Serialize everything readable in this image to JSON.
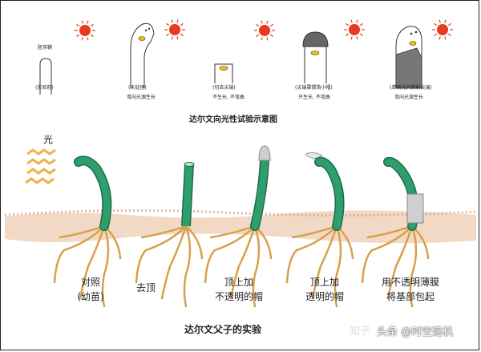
{
  "top": {
    "sample_labels": [
      {
        "name": "(实验前)",
        "subtitle": "胚芽鞘"
      },
      {
        "name": "(未处理)",
        "result": "弯向光源生长"
      },
      {
        "name": "(切去尖端)",
        "result": "不生长, 不弯曲"
      },
      {
        "name": "(尖端罩锡箔小帽)",
        "result": "只生长, 不弯曲"
      },
      {
        "name": "(单侧光只照射尖端)",
        "result": "弯向光源生长"
      }
    ],
    "caption": "达尔文向光性试验示意图"
  },
  "bottom": {
    "light_label": "光",
    "samples": [
      {
        "line1": "对照",
        "line2": "(幼苗)"
      },
      {
        "line1": "去顶",
        "line2": ""
      },
      {
        "line1": "顶上加",
        "line2": "不透明的帽"
      },
      {
        "line1": "顶上加",
        "line2": "透明的帽"
      },
      {
        "line1": "用不透明薄膜",
        "line2": "将基部包起"
      }
    ],
    "caption": "达尔文父子的实验"
  },
  "watermark": "头条 @时空建机",
  "watermark_faint": "知乎",
  "colors": {
    "sun": "#e63b1e",
    "stem": "#2f9e6e",
    "soil": "#f2d9c6",
    "root": "#d8a04a",
    "cap_dark": "#666666",
    "cap_clear": "#cfcfcf"
  }
}
